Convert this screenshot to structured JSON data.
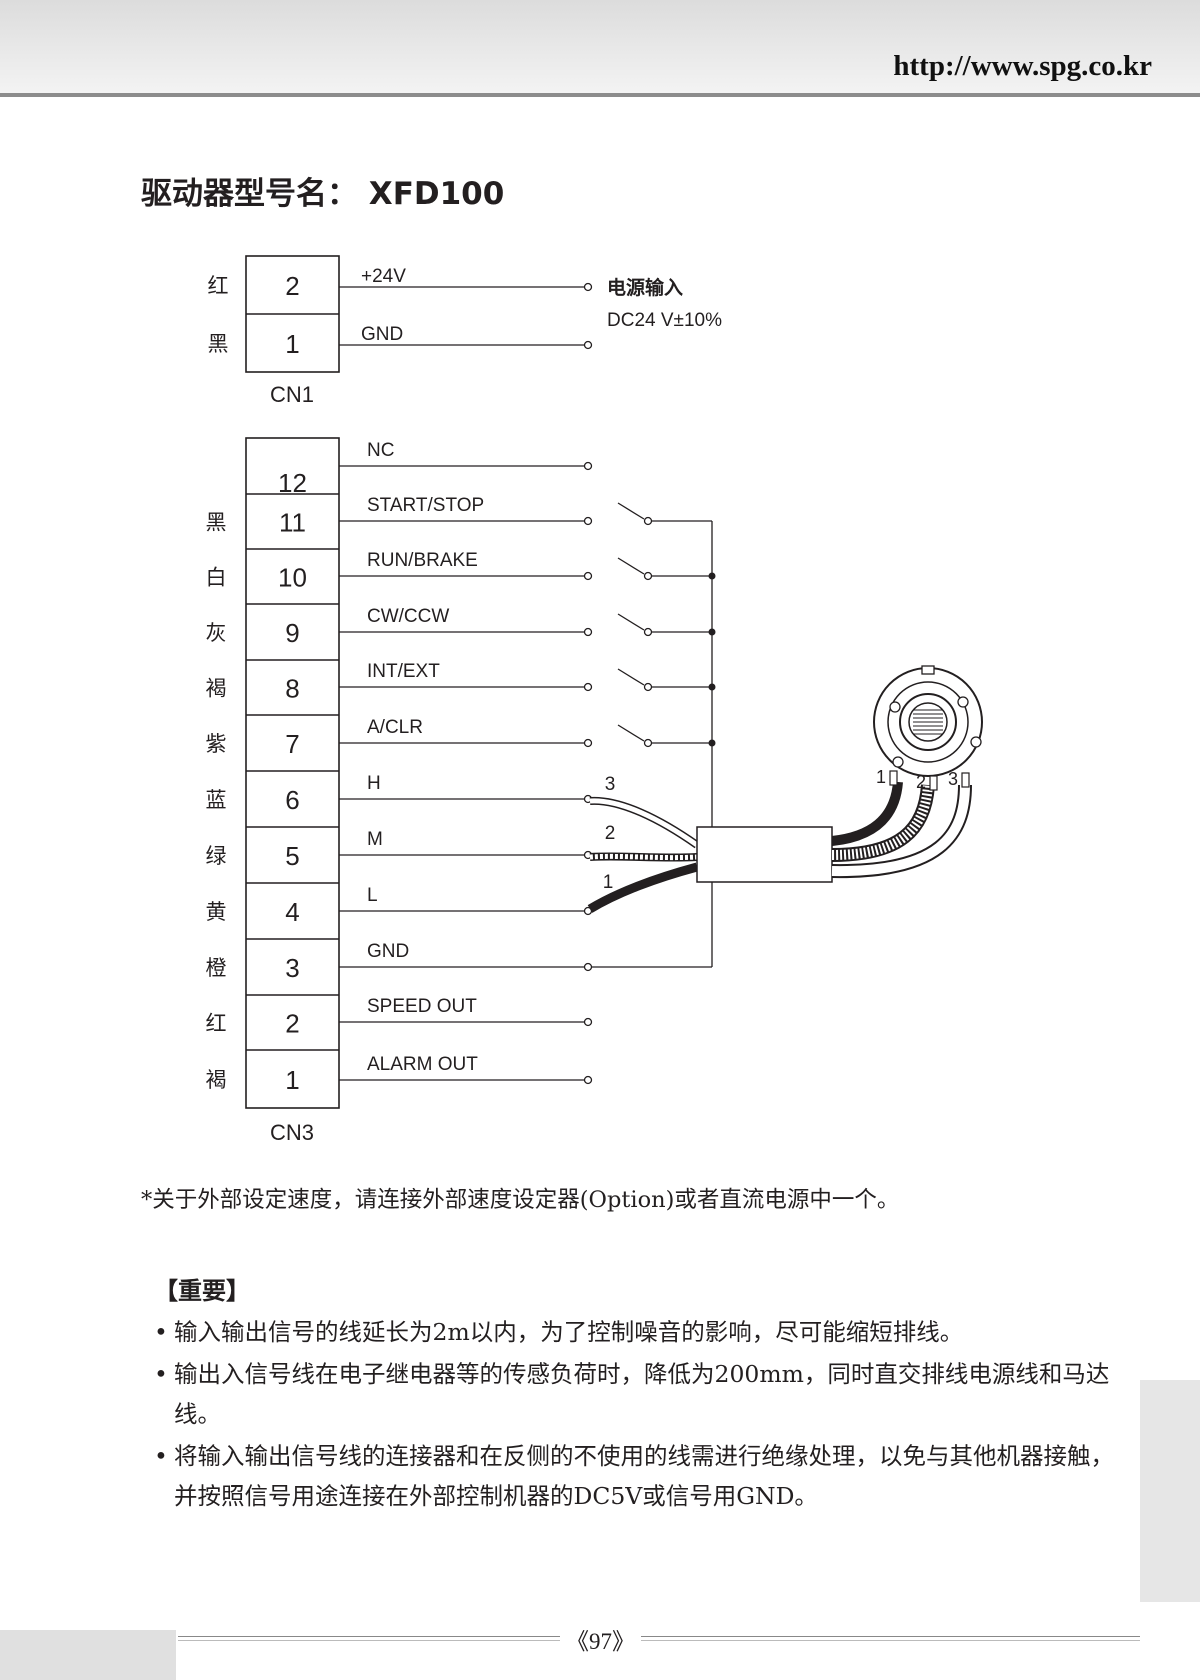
{
  "header": {
    "url": "http://www.spg.co.kr"
  },
  "title": "驱动器型号名： XFD100",
  "cn1": {
    "name": "CN1",
    "pins": [
      {
        "num": "2",
        "color": "红",
        "signal": "+24V"
      },
      {
        "num": "1",
        "color": "黑",
        "signal": "GND"
      }
    ],
    "power_label": "电源输入",
    "power_spec": "DC24 V±10%"
  },
  "cn3": {
    "name": "CN3",
    "pins": [
      {
        "num": "12",
        "color": "",
        "signal": "NC"
      },
      {
        "num": "11",
        "color": "黑",
        "signal": "START/STOP"
      },
      {
        "num": "10",
        "color": "白",
        "signal": "RUN/BRAKE"
      },
      {
        "num": "9",
        "color": "灰",
        "signal": "CW/CCW"
      },
      {
        "num": "8",
        "color": "褐",
        "signal": "INT/EXT"
      },
      {
        "num": "7",
        "color": "紫",
        "signal": "A/CLR"
      },
      {
        "num": "6",
        "color": "蓝",
        "signal": "H"
      },
      {
        "num": "5",
        "color": "绿",
        "signal": "M"
      },
      {
        "num": "4",
        "color": "黄",
        "signal": "L"
      },
      {
        "num": "3",
        "color": "橙",
        "signal": "GND"
      },
      {
        "num": "2",
        "color": "红",
        "signal": "SPEED OUT"
      },
      {
        "num": "1",
        "color": "褐",
        "signal": "ALARM OUT"
      }
    ]
  },
  "pot": {
    "wire_labels": [
      "3",
      "2",
      "1"
    ],
    "terminal_labels": [
      "1",
      "2",
      "3"
    ]
  },
  "note": "*关于外部设定速度，请连接外部速度设定器(Option)或者直流电源中一个。",
  "important": {
    "title": "【重要】",
    "bullets": [
      "输入输出信号的线延长为2m以内，为了控制噪音的影响，尽可能缩短排线。",
      "输出入信号线在电子继电器等的传感负荷时，降低为200mm，同时直交排线电源线和马达线。",
      "将输入输出信号线的连接器和在反侧的不使用的线需进行绝缘处理，以免与其他机器接触，并按照信号用途连接在外部控制机器的DC5V或信号用GND。"
    ]
  },
  "footer": {
    "page": "《97》"
  }
}
